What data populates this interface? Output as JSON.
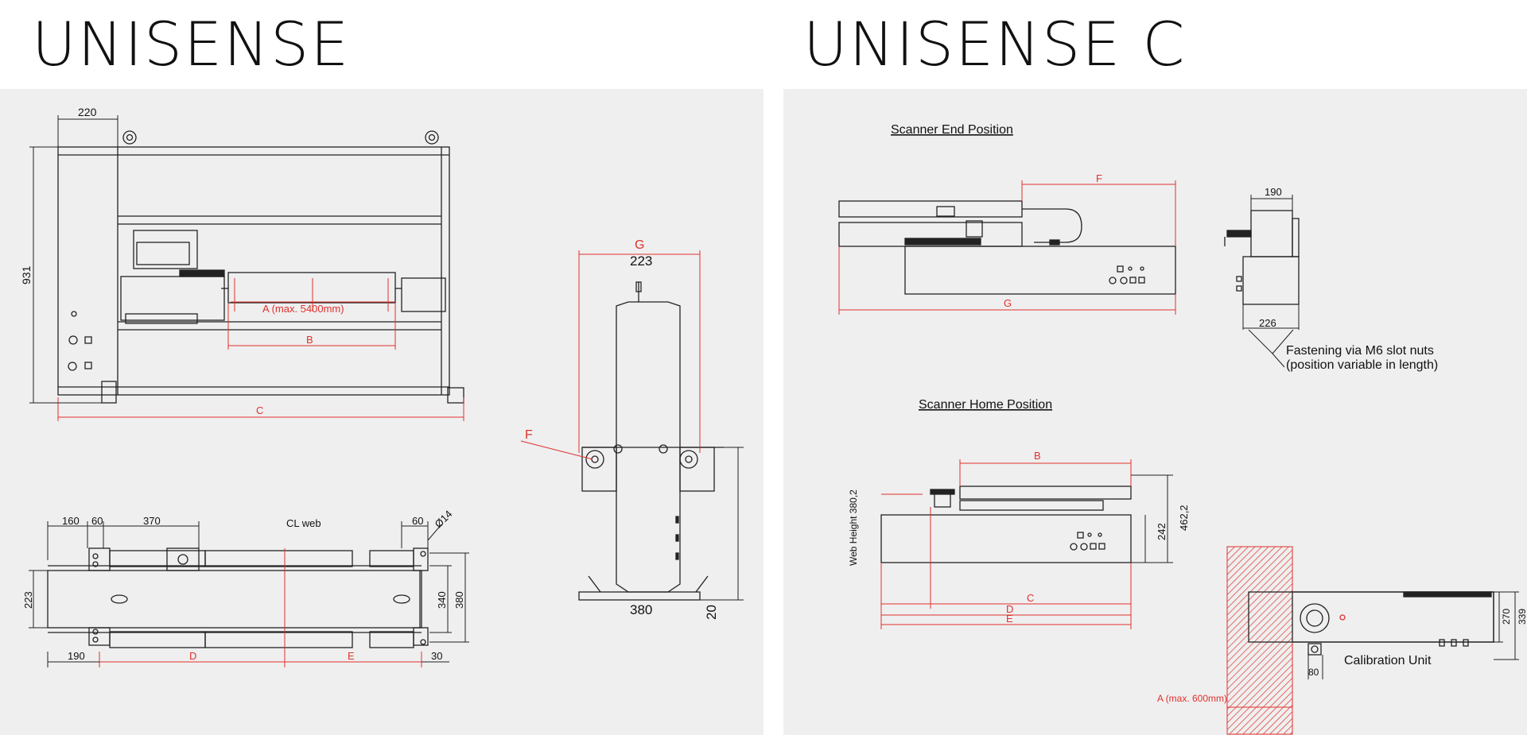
{
  "titles": {
    "left": "UNISENSE",
    "right": "UNISENSE C"
  },
  "left": {
    "dims": {
      "top_width": "220",
      "height": "931",
      "a": "A (max. 5400mm)",
      "b": "B",
      "c": "C",
      "g": "G",
      "side_width": "223",
      "f": "F",
      "side_base": "380",
      "side_foot": "20",
      "bottom_160": "160",
      "bottom_60a": "60",
      "bottom_370": "370",
      "cl_web": "CL web",
      "bottom_60b": "60",
      "bottom_dia": "Ø14",
      "bottom_223": "223",
      "bottom_340": "340",
      "bottom_380": "380",
      "bottom_190": "190",
      "bottom_d": "D",
      "bottom_e": "E",
      "bottom_30": "30"
    }
  },
  "right": {
    "labels": {
      "end_position": "Scanner End Position",
      "home_position": "Scanner Home Position",
      "fastening_line1": "Fastening via M6 slot nuts",
      "fastening_line2": "(position variable in length)",
      "calibration": "Calibration Unit",
      "web_height": "Web Height 380,2"
    },
    "dims": {
      "f": "F",
      "g": "G",
      "w190": "190",
      "w226": "226",
      "b": "B",
      "c": "C",
      "d": "D",
      "e": "E",
      "h242": "242",
      "h462": "462,2",
      "a": "A (max. 600mm)",
      "w80": "80",
      "h270": "270",
      "h339": "339"
    }
  },
  "colors": {
    "dim_red": "#e0312d",
    "line": "#222222",
    "panel": "#efefef"
  }
}
